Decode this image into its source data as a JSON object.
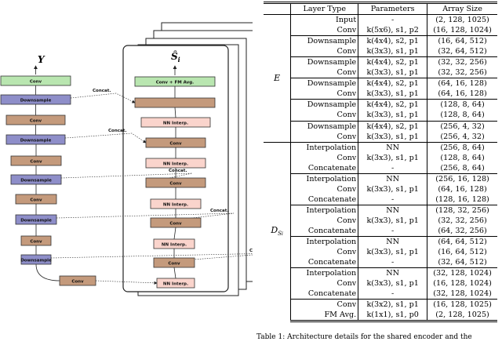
{
  "figure": {
    "left_title": "Y",
    "right_title": "Ŝ",
    "right_title_sub": "i",
    "encoder_blocks": [
      "Conv",
      "Downsample",
      "Conv",
      "Downsample",
      "Conv",
      "Downsample",
      "Conv",
      "Downsample",
      "Conv",
      "Downsample",
      "Conv"
    ],
    "decoder_blocks": [
      "Conv + FM Avg.",
      "",
      "NN Interp.",
      "Conv",
      "NN Interp.",
      "Conv",
      "NN Interp.",
      "Conv",
      "NN Interp.",
      "Conv",
      "NN Interp."
    ],
    "concat_label": "Concat.",
    "colors": {
      "conv_green": "#b9e6b0",
      "downsample_purple": "#8e8ec9",
      "conv_brown": "#c49a7c",
      "interp_pink": "#fad4cc",
      "stroke": "#333333"
    }
  },
  "table": {
    "headers": [
      "Layer Type",
      "Parameters",
      "Array Size"
    ],
    "encoder_label": "E",
    "decoder_label": "D",
    "decoder_label_sub": "S",
    "decoder_label_subsub": "i",
    "rows": [
      {
        "layer": "Input",
        "params": "-",
        "size": "(2, 128, 1025)"
      },
      {
        "layer": "Conv",
        "params": "k(5x6), s1, p2",
        "size": "(16, 128, 1024)"
      },
      {
        "layer": "Downsample",
        "params": "k(4x4), s2, p1",
        "size": "(16, 64, 512)"
      },
      {
        "layer": "Conv",
        "params": "k(3x3), s1, p1",
        "size": "(32, 64, 512)"
      },
      {
        "layer": "Downsample",
        "params": "k(4x4), s2, p1",
        "size": "(32, 32, 256)"
      },
      {
        "layer": "Conv",
        "params": "k(3x3), s1, p1",
        "size": "(32, 32, 256)"
      },
      {
        "layer": "Downsample",
        "params": "k(4x4), s2, p1",
        "size": "(64, 16, 128)"
      },
      {
        "layer": "Conv",
        "params": "k(3x3), s1, p1",
        "size": "(64, 16, 128)"
      },
      {
        "layer": "Downsample",
        "params": "k(4x4), s2, p1",
        "size": "(128, 8, 64)"
      },
      {
        "layer": "Conv",
        "params": "k(3x3), s1, p1",
        "size": "(128, 8, 64)"
      },
      {
        "layer": "Downsample",
        "params": "k(4x4), s2, p1",
        "size": "(256, 4, 32)"
      },
      {
        "layer": "Conv",
        "params": "k(3x3), s1, p1",
        "size": "(256, 4, 32)"
      },
      {
        "layer": "Interpolation",
        "params": "NN",
        "size": "(256, 8, 64)"
      },
      {
        "layer": "Conv",
        "params": "k(3x3), s1, p1",
        "size": "(128, 8, 64)"
      },
      {
        "layer": "Concatenate",
        "params": "-",
        "size": "(256, 8, 64)"
      },
      {
        "layer": "Interpolation",
        "params": "NN",
        "size": "(256, 16, 128)"
      },
      {
        "layer": "Conv",
        "params": "k(3x3), s1, p1",
        "size": "(64, 16, 128)"
      },
      {
        "layer": "Concatenate",
        "params": "-",
        "size": "(128, 16, 128)"
      },
      {
        "layer": "Interpolation",
        "params": "NN",
        "size": "(128, 32, 256)"
      },
      {
        "layer": "Conv",
        "params": "k(3x3), s1, p1",
        "size": "(32, 32, 256)"
      },
      {
        "layer": "Concatenate",
        "params": "-",
        "size": "(64, 32, 256)"
      },
      {
        "layer": "Interpolation",
        "params": "NN",
        "size": "(64, 64, 512)"
      },
      {
        "layer": "Conv",
        "params": "k(3x3), s1, p1",
        "size": "(16, 64, 512)"
      },
      {
        "layer": "Concatenate",
        "params": "-",
        "size": "(32, 64, 512)"
      },
      {
        "layer": "Interpolation",
        "params": "NN",
        "size": "(32, 128, 1024)"
      },
      {
        "layer": "Conv",
        "params": "k(3x3), s1, p1",
        "size": "(16, 128, 1024)"
      },
      {
        "layer": "Concatenate",
        "params": "-",
        "size": "(32, 128, 1024)"
      },
      {
        "layer": "Conv",
        "params": "k(3x2), s1, p1",
        "size": "(16, 128, 1025)"
      },
      {
        "layer": "FM Avg.",
        "params": "k(1x1), s1, p0",
        "size": "(2, 128, 1025)"
      }
    ]
  },
  "caption": "Table 1: Architecture details for the shared encoder and the"
}
